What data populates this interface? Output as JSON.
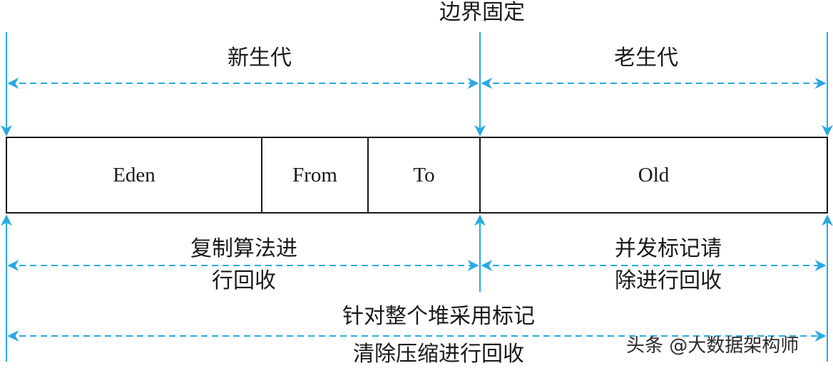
{
  "top_label": "边界固定",
  "young_gen_label": "新生代",
  "old_gen_label": "老生代",
  "regions": {
    "eden": "Eden",
    "from": "From",
    "to": "To",
    "old": "Old"
  },
  "young_gc_line1": "复制算法进",
  "young_gc_line2": "行回收",
  "old_gc_line1": "并发标记请",
  "old_gc_line2": "除进行回收",
  "full_gc_line1": "针对整个堆采用标记",
  "full_gc_line2": "清除压缩进行回收",
  "watermark": "头条 @大数据架构师",
  "colors": {
    "arrow": "#29a9e0",
    "border": "#1a1a1a"
  }
}
